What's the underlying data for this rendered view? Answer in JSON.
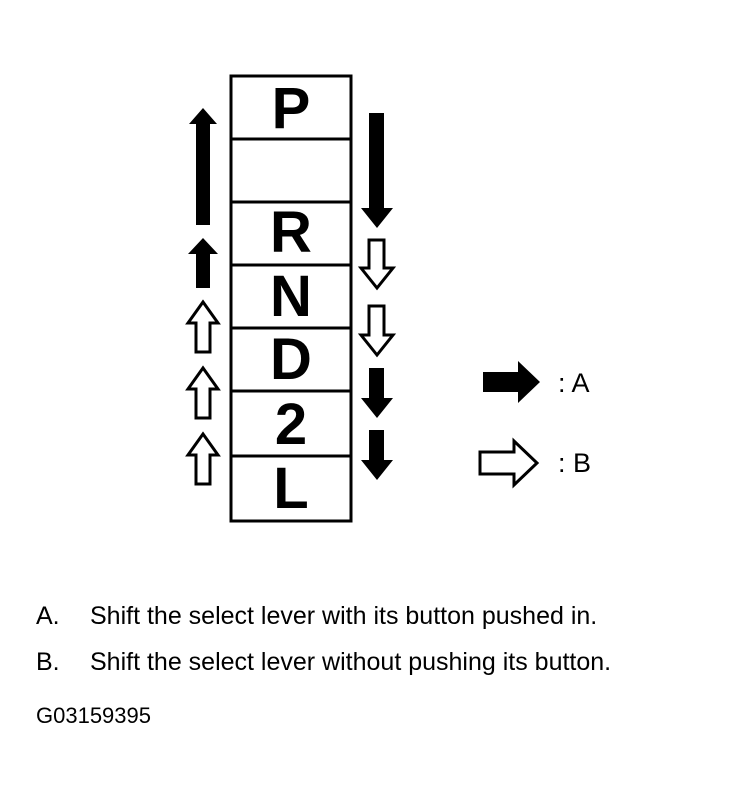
{
  "gears": [
    "P",
    "",
    "R",
    "N",
    "D",
    "2",
    "L"
  ],
  "legend": [
    {
      "style": "solid",
      "label": ": A"
    },
    {
      "style": "outline",
      "label": ": B"
    }
  ],
  "notes": [
    {
      "key": "A.",
      "text": "Shift the select lever with its button pushed in."
    },
    {
      "key": "B.",
      "text": "Shift the select lever without pushing its button."
    }
  ],
  "figure_id": "G03159395",
  "colors": {
    "ink": "#000000",
    "paper": "#ffffff"
  },
  "icons": {
    "solid_arrow": "solid-arrow-icon",
    "outline_arrow": "outline-arrow-icon"
  }
}
